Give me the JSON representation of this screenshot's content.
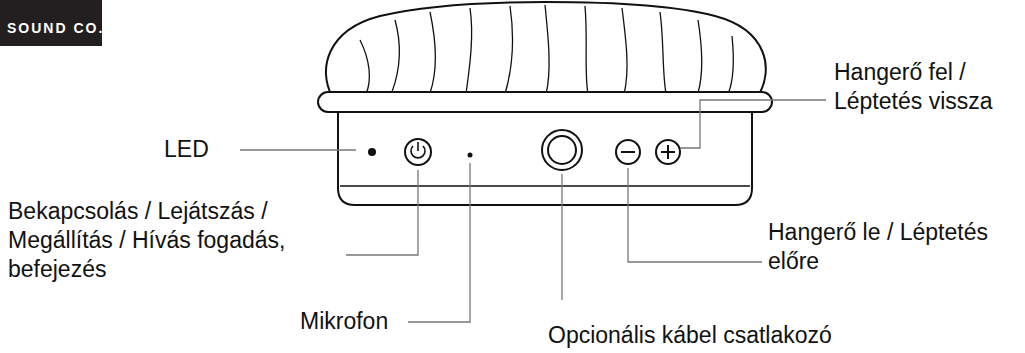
{
  "diagram": {
    "nodes": [
      {
        "text": [
          "SOUND CO."
        ]
      }
    ],
    "labels": [
      "LED",
      "Bekapcsolás / Lejátszás / Megállítás / Hívás fogadás, befejezés",
      "Mikrofon",
      "Opcionális kábel csatlakozó",
      "Hangerő le / Léptetés előre",
      "Hangerő fel / Léptetés vissza"
    ]
  }
}
